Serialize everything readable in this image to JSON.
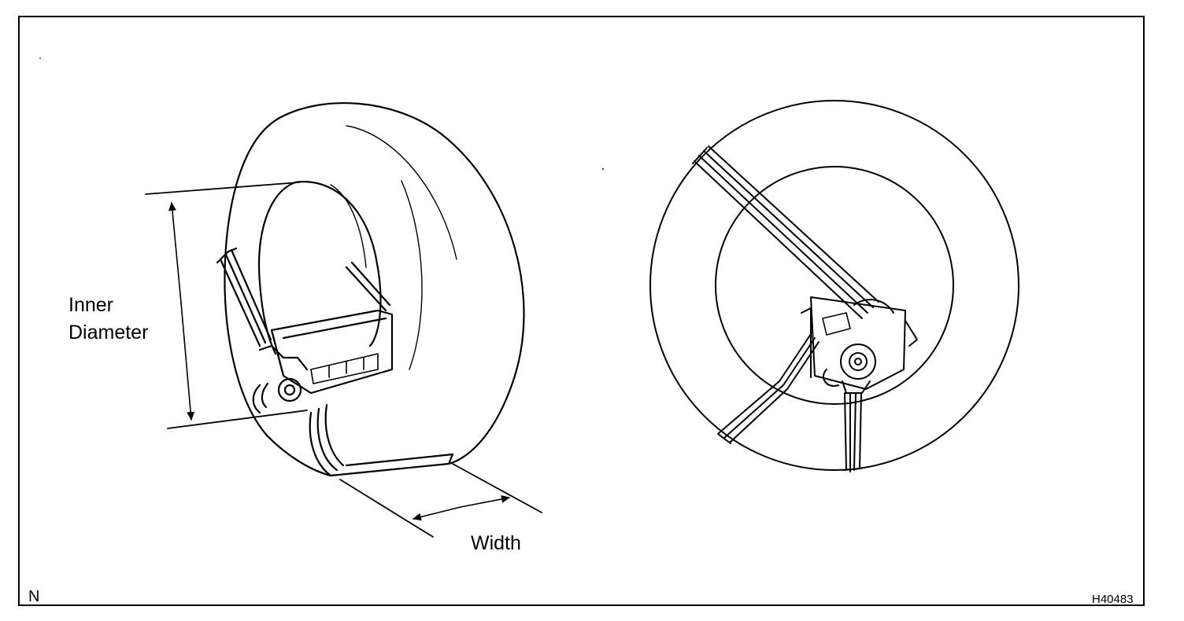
{
  "labels": {
    "inner": "Inner",
    "diameter": "Diameter",
    "width": "Width",
    "corner_mark": "N",
    "figure_code": "H40483"
  },
  "figures": [
    {
      "id": "tire-side-view",
      "component": "tire-with-harness"
    },
    {
      "id": "tire-front-view",
      "component": "tire-with-harness"
    }
  ],
  "colors": {
    "line": "#000000",
    "background": "#ffffff"
  }
}
